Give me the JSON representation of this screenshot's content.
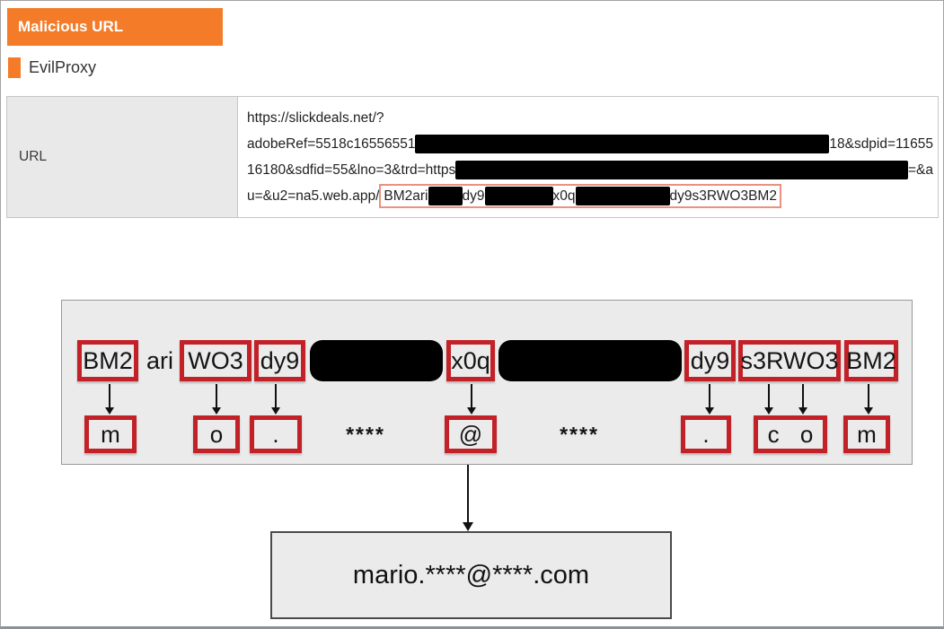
{
  "header": {
    "title": "Malicious URL"
  },
  "legend": {
    "label": "EvilProxy"
  },
  "url_row": {
    "label": "URL",
    "line1": "https://slickdeals.net/?",
    "line2_pre": "adobeRef=5518c16556551",
    "line2_post": "18&sdpid=11655",
    "line3_pre": "16180&sdfid=55&lno=3&trd=https",
    "line3_post": "=&a",
    "line4_pre": "u=&u2=na5.web.app/",
    "line4_seg1": "BM2ari",
    "line4_seg2": "dy9",
    "line4_seg3": "x0q",
    "line4_seg4": "dy9s3RWO3BM2"
  },
  "diagram": {
    "top": {
      "bm2_1": "BM2",
      "ari": "ari",
      "wo3": "WO3",
      "dy9_1": "dy9",
      "x0q": "x0q",
      "dy9_2": "dy9",
      "s3rwo3": "s3RWO3",
      "bm2_2": "BM2"
    },
    "bottom": {
      "m_1": "m",
      "o_1": "o",
      "dot_1": ".",
      "stars_1": "****",
      "at": "@",
      "stars_2": "****",
      "dot_2": ".",
      "c": "c",
      "o_2": "o",
      "m_2": "m"
    }
  },
  "result": {
    "email": "mario.****@****.com"
  },
  "colors": {
    "accent_orange": "#f47b27",
    "red_box": "#c32128",
    "url_highlight": "#e8927f",
    "redaction": "#000000"
  }
}
